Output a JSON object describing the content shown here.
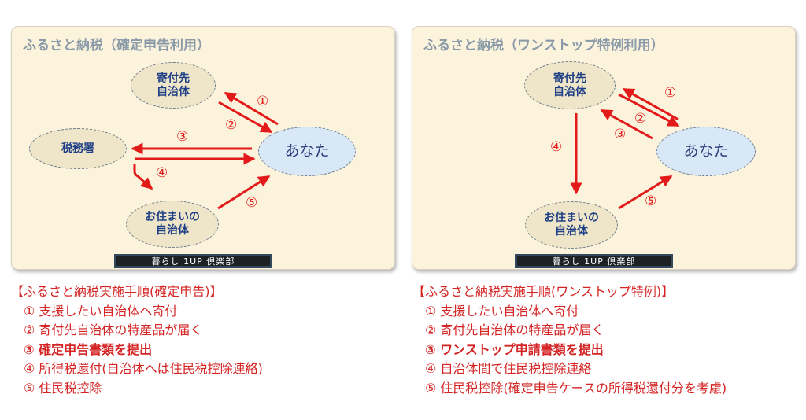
{
  "left": {
    "title": "ふるさと納税（確定申告利用）",
    "nodes": {
      "donation": "寄付先\n自治体",
      "tax_office": "税務署",
      "you": "あなた",
      "residence": "お住まいの\n自治体"
    },
    "arrow_labels": [
      "①",
      "②",
      "③",
      "④",
      "⑤"
    ],
    "banner": "暮らし 1UP 倶楽部",
    "steps_heading": "【ふるさと納税実施手順(確定申告)】",
    "steps": [
      "① 支援したい自治体へ寄付",
      "② 寄付先自治体の特産品が届く",
      "③ 確定申告書類を提出",
      "④ 所得税還付(自治体へは住民税控除連絡)",
      "⑤ 住民税控除"
    ]
  },
  "right": {
    "title": "ふるさと納税（ワンストップ特例利用）",
    "nodes": {
      "donation": "寄付先\n自治体",
      "you": "あなた",
      "residence": "お住まいの\n自治体"
    },
    "arrow_labels": [
      "①",
      "②",
      "③",
      "④",
      "⑤"
    ],
    "banner": "暮らし 1UP 倶楽部",
    "steps_heading": "【ふるさと納税実施手順(ワンストップ特例)】",
    "steps": [
      "① 支援したい自治体へ寄付",
      "② 寄付先自治体の特産品が届く",
      "③ ワンストップ申請書類を提出",
      "④ 自治体間で住民税控除連絡",
      "⑤ 住民税控除(確定申告ケースの所得税還付分を考慮)"
    ]
  },
  "colors": {
    "arrow": "#e31a1a",
    "panel_bg": "#fbf3dc",
    "node_tan": "#efe6c9",
    "node_blue": "#d9e8f6",
    "node_text": "#1f3f86",
    "title_gray": "#8a9aa8",
    "steps_red": "#d42424"
  }
}
